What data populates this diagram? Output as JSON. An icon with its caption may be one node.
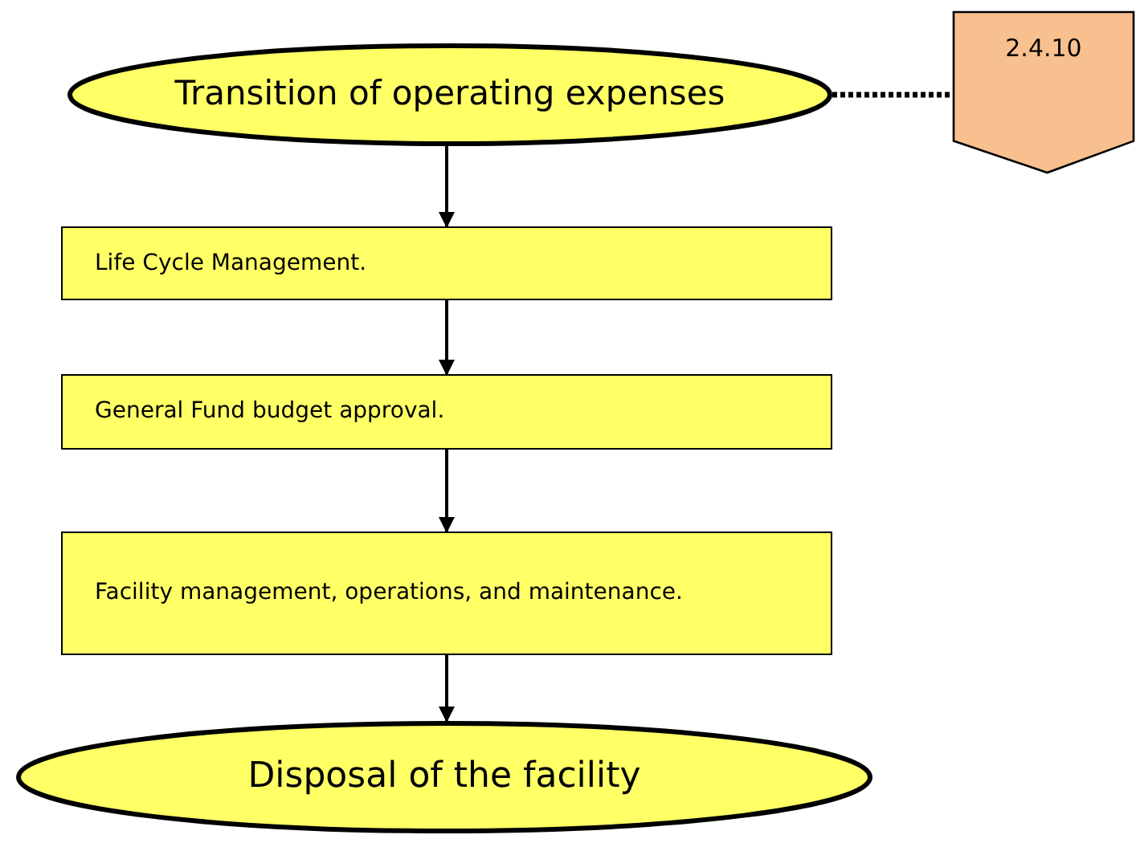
{
  "diagram": {
    "nodes": [
      {
        "text": [
          "Transition of operating expenses"
        ]
      },
      {
        "text": [
          "2.4.10"
        ]
      },
      {
        "text": [
          "Life Cycle Management."
        ]
      },
      {
        "text": [
          "General Fund budget approval."
        ]
      },
      {
        "text": [
          "Facility management, operations, and maintenance."
        ]
      },
      {
        "text": [
          "Disposal of the facility"
        ]
      }
    ],
    "edges": [
      {
        "from": 0,
        "to": 1,
        "arrow": "none",
        "style": "dashed"
      },
      {
        "from": 0,
        "to": 2,
        "arrow": "to"
      },
      {
        "from": 2,
        "to": 3,
        "arrow": "to"
      },
      {
        "from": 3,
        "to": 4,
        "arrow": "to"
      },
      {
        "from": 4,
        "to": 5,
        "arrow": "to"
      }
    ]
  }
}
